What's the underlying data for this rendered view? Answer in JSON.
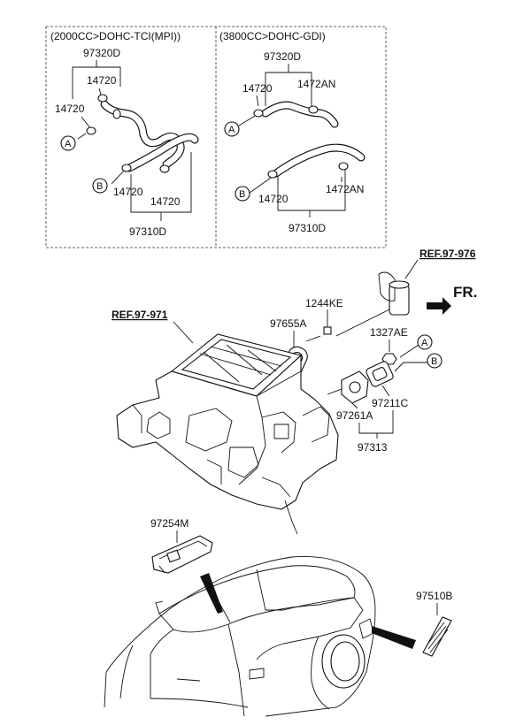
{
  "box_left": {
    "header": "(2000CC>DOHC-TCI(MPI))",
    "upper_hose": "97320D",
    "clamp_upper_1": "14720",
    "clamp_upper_2": "14720",
    "clamp_lower_1": "14720",
    "clamp_lower_2": "14720",
    "lower_hose": "97310D",
    "marker_a": "A",
    "marker_b": "B"
  },
  "box_right": {
    "header": "(3800CC>DOHC-GDI)",
    "upper_hose": "97320D",
    "clamp_upper_1": "14720",
    "clamp_upper_2": "1472AN",
    "clamp_lower_1": "14720",
    "clamp_lower_2": "1472AN",
    "lower_hose": "97310D",
    "marker_a": "A",
    "marker_b": "B"
  },
  "main": {
    "ref_upper": "REF.97-976",
    "ref_left": "REF.97-971",
    "fr_label": "FR.",
    "bolt": "1244KE",
    "gasket": "97655A",
    "nut": "1327AE",
    "marker_a": "A",
    "marker_b": "B",
    "valve_gasket": "97211C",
    "valve": "97261A",
    "assembly": "97313",
    "duct": "97254M",
    "vent": "97510B"
  }
}
